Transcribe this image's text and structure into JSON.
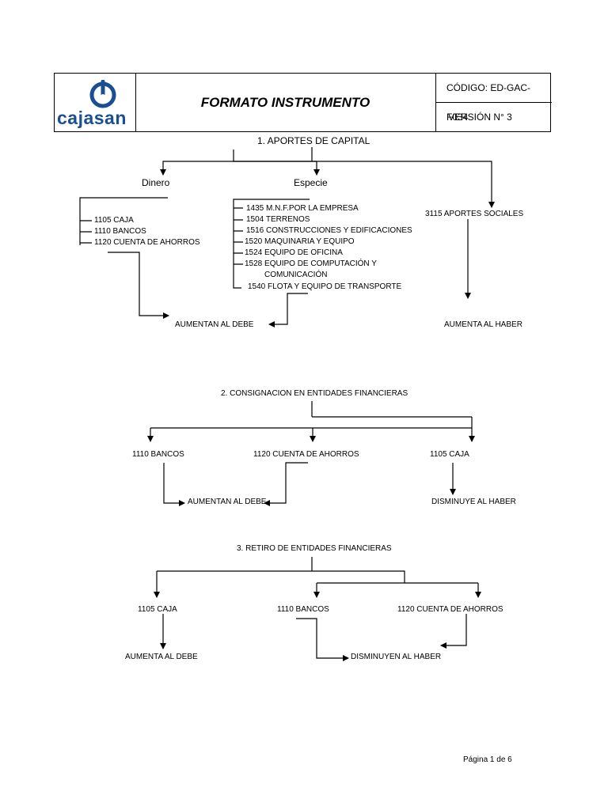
{
  "header": {
    "logo_text": "cajasan",
    "title": "FORMATO INSTRUMENTO",
    "code": "CÓDIGO:  ED-GAC-F034",
    "version": "VERSIÓN    N°   3"
  },
  "section1": {
    "title": "1.    APORTES DE CAPITAL",
    "branch_dinero": "Dinero",
    "branch_especie": "Especie",
    "dinero_items": [
      "1105 CAJA",
      "1110 BANCOS",
      "1120 CUENTA DE AHORROS"
    ],
    "especie_items": [
      "1435 M.N.F.POR LA EMPRESA",
      "1504 TERRENOS",
      "1516 CONSTRUCCIONES Y EDIFICACIONES",
      "1520 MAQUINARIA Y EQUIPO",
      "1524 EQUIPO DE OFICINA",
      "1528 EQUIPO DE COMPUTACIÓN Y",
      "COMUNICACIÓN",
      "1540 FLOTA Y EQUIPO DE TRANSPORTE"
    ],
    "aportes_sociales": "3115 APORTES SOCIALES",
    "result_left": "AUMENTAN AL DEBE",
    "result_right": "AUMENTA AL HABER"
  },
  "section2": {
    "title": "2.      CONSIGNACION EN ENTIDADES FINANCIERAS",
    "bancos": "1110 BANCOS",
    "ahorros": "1120 CUENTA DE AHORROS",
    "caja": "1105 CAJA",
    "result_left": "AUMENTAN AL DEBE",
    "result_right": "DISMINUYE AL HABER"
  },
  "section3": {
    "title": "3.      RETIRO DE ENTIDADES FINANCIERAS",
    "caja": "1105 CAJA",
    "bancos": "1110 BANCOS",
    "ahorros": "1120 CUENTA DE AHORROS",
    "result_left": "AUMENTA  AL DEBE",
    "result_right": "DISMINUYEN AL HABER"
  },
  "footer": {
    "page": "Página 1 de 6"
  }
}
